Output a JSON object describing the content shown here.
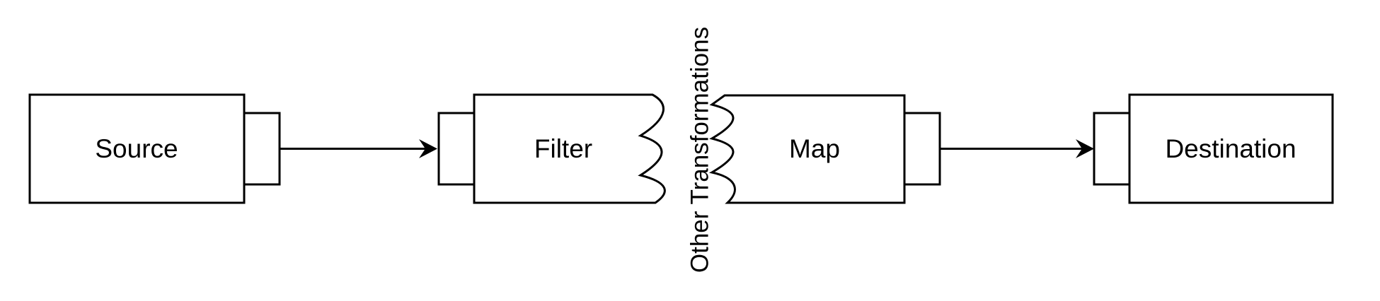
{
  "diagram": {
    "colors": {
      "background": "#ffffff",
      "stroke": "#000000",
      "text": "#000000"
    },
    "nodes": {
      "source": {
        "label": "Source"
      },
      "filter": {
        "label": "Filter"
      },
      "map": {
        "label": "Map"
      },
      "destination": {
        "label": "Destination"
      }
    },
    "break_label": "Other Transformations",
    "edges": [
      {
        "from": "Source",
        "to": "Filter"
      },
      {
        "from": "Map",
        "to": "Destination"
      }
    ]
  }
}
